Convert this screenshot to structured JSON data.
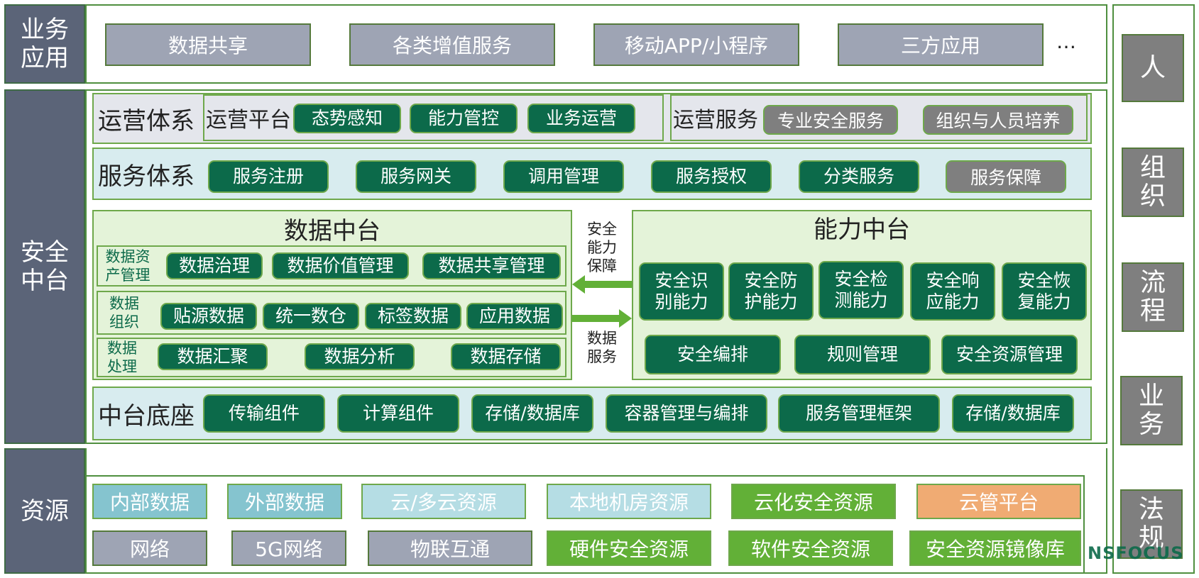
{
  "business": {
    "label": "业务\n应用",
    "items": [
      "数据共享",
      "各类增值服务",
      "移动APP/小程序",
      "三方应用"
    ],
    "more": "…"
  },
  "security": {
    "label": "安全\n中台",
    "operation": {
      "title": "运营体系",
      "platform_title": "运营平台",
      "platform_items": [
        "态势感知",
        "能力管控",
        "业务运营"
      ],
      "service_title": "运营服务",
      "service_items": [
        "专业安全服务",
        "组织与人员培养"
      ]
    },
    "service_system": {
      "title": "服务体系",
      "items": [
        "服务注册",
        "服务网关",
        "调用管理",
        "服务授权",
        "分类服务",
        "服务保障"
      ]
    },
    "data_platform": {
      "title": "数据中台",
      "rows": [
        {
          "label": "数据资\n产管理",
          "items": [
            "数据治理",
            "数据价值管理",
            "数据共享管理"
          ]
        },
        {
          "label": "数据\n组织",
          "items": [
            "贴源数据",
            "统一数仓",
            "标签数据",
            "应用数据"
          ]
        },
        {
          "label": "数据\n处理",
          "items": [
            "数据汇聚",
            "数据分析",
            "数据存储"
          ]
        }
      ]
    },
    "arrows": {
      "left_label": "安全\n能力\n保障",
      "right_label": "数据\n服务"
    },
    "capability_platform": {
      "title": "能力中台",
      "row1": [
        "安全识\n别能力",
        "安全防\n护能力",
        "安全检\n测能力",
        "安全响\n应能力",
        "安全恢\n复能力"
      ],
      "row2": [
        "安全编排",
        "规则管理",
        "安全资源管理"
      ]
    },
    "base": {
      "title": "中台底座",
      "items": [
        "传输组件",
        "计算组件",
        "存储/数据库",
        "容器管理与编排",
        "服务管理框架",
        "存储/数据库"
      ]
    }
  },
  "resources": {
    "label": "资源",
    "row1": [
      "内部数据",
      "外部数据",
      "云/多云资源",
      "本地机房资源",
      "云化安全资源",
      "云管平台"
    ],
    "row2": [
      "网络",
      "5G网络",
      "物联互通",
      "硬件安全资源",
      "软件安全资源",
      "安全资源镜像库"
    ]
  },
  "right_column": [
    "人",
    "组\n织",
    "流\n程",
    "业\n务",
    "法\n规"
  ],
  "watermark": "NSFOCUS",
  "colors": {
    "label_bg": "#5b6478",
    "dark_green": "#0c6a4a",
    "border_green": "#6ea84b",
    "grey_button": "#9ea4b4",
    "light_teal": "#85c4cf",
    "pale_teal": "#b5dde4",
    "bright_green": "#62b037",
    "orange": "#f0ab73",
    "grey_dark": "#7f7f7f"
  }
}
